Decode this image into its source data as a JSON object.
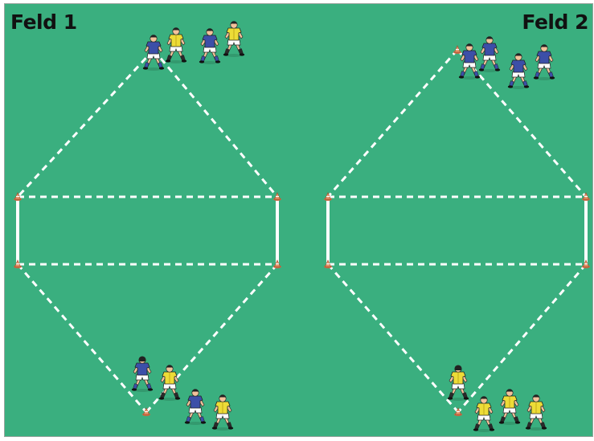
{
  "fields": [
    {
      "label": "Feld 1",
      "top_players": [
        {
          "team": "blue",
          "pose": "ready"
        },
        {
          "team": "yellow",
          "pose": "ready"
        },
        {
          "team": "blue",
          "pose": "ready"
        },
        {
          "team": "yellow",
          "pose": "ready"
        }
      ],
      "bottom_players": [
        {
          "team": "blue",
          "pose": "back"
        },
        {
          "team": "yellow",
          "pose": "ready"
        },
        {
          "team": "blue",
          "pose": "ready"
        },
        {
          "team": "yellow",
          "pose": "ready"
        }
      ]
    },
    {
      "label": "Feld 2",
      "top_players": [
        {
          "team": "blue",
          "pose": "ready"
        },
        {
          "team": "blue",
          "pose": "ready"
        },
        {
          "team": "blue",
          "pose": "ready"
        },
        {
          "team": "blue",
          "pose": "ready"
        }
      ],
      "bottom_players": [
        {
          "team": "yellow",
          "pose": "back"
        },
        {
          "team": "yellow",
          "pose": "ready"
        },
        {
          "team": "yellow",
          "pose": "ready"
        },
        {
          "team": "yellow",
          "pose": "ready"
        }
      ]
    }
  ],
  "colors": {
    "pitch": "#3aaf7f",
    "pitch_border": "#9aa59f",
    "lines": "#ffffff",
    "cone": "#e8956a",
    "team_blue": "#3c4fa8",
    "team_yellow": "#eddc37",
    "shorts": "#ffffff",
    "skin": "#f3c29b",
    "hair": "#222222",
    "socks_blue": "#3c4fa8",
    "label_text": "#111111"
  }
}
